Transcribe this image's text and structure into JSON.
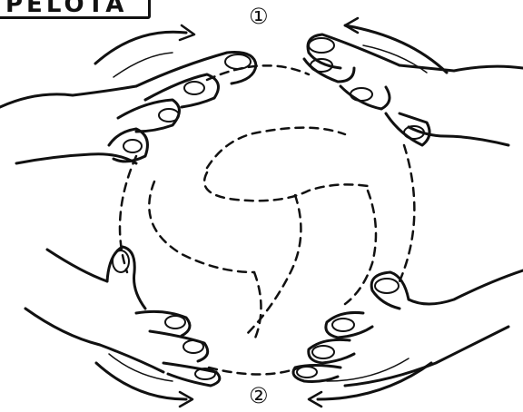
{
  "title": "PELOTA",
  "steps": [
    {
      "label": "①"
    },
    {
      "label": "②"
    }
  ],
  "colors": {
    "ink": "#111111",
    "paper": "#ffffff"
  },
  "icons": [
    "ball-outline",
    "hand-top-left",
    "hand-top-right",
    "hand-bottom-left",
    "hand-bottom-right",
    "arrow-top-left",
    "arrow-top-right",
    "arrow-bottom-left",
    "arrow-bottom-right"
  ]
}
